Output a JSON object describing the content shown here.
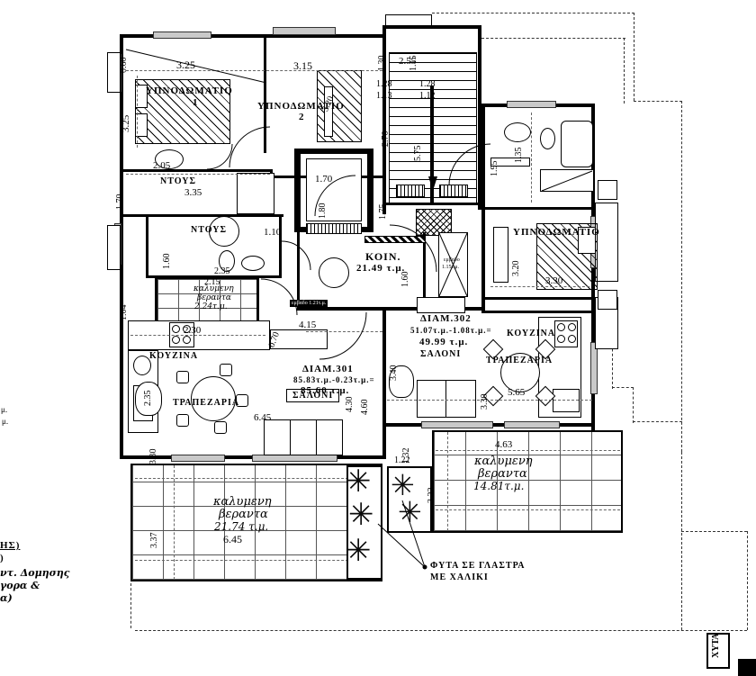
{
  "apartments": {
    "a301": {
      "name": "ΔΙΑΜ.301",
      "calc": "85.83τ.μ.-0.23τ.μ.=",
      "area": "85.60 τ.μ."
    },
    "a302": {
      "name": "ΔΙΑΜ.302",
      "calc": "51.07τ.μ.-1.08τ.μ.=",
      "area": "49.99 τ.μ."
    }
  },
  "rooms": {
    "bedroom1": "ΥΠΝΟΔΩΜΑΤΙΟ",
    "bedroom1_no": "1",
    "bedroom2": "ΥΠΝΟΔΩΜΑΤΙΟ",
    "bedroom2_no": "2",
    "bedroom3": "ΥΠΝΟΔΩΜΑΤΙΟ",
    "shower1": "ΝΤΟΥΣ",
    "shower2": "ΝΤΟΥΣ",
    "koin": "ΚΟΙΝ.",
    "koin_area": "21.49 τ.μ.",
    "kitchen_left": "ΚΟΥΖΙΝΑ",
    "kitchen_right": "ΚΟΥΖΙΝΑ",
    "dining_left": "ΤΡΑΠΕΖΑΡΙΑ",
    "dining_right": "ΤΡΑΠΕΖΑΡΙΑ",
    "salon_left": "ΣΑΛΟΝΙ",
    "salon_right": "ΣΑΛΟΝΙ"
  },
  "verandas": {
    "small": {
      "l1": "καλυμενη",
      "l2": "βεραντα",
      "l3": "2.24τ.μ."
    },
    "left": {
      "l1": "καλυμενη",
      "l2": "βεραντα",
      "l3": "21.74 τ.μ."
    },
    "right": {
      "l1": "καλυμενη",
      "l2": "βεραντα",
      "l3": "14.81τ.μ."
    }
  },
  "shafts": {
    "light_shaft_l1": "εμβαδο",
    "light_shaft_l2": "1.15τ.μ.",
    "lobby_badge": "εμβαδο 1.21τ.μ."
  },
  "dims": {
    "h060": "0.60",
    "b1_w": "3.25",
    "b1_h": "3.25",
    "b2_w": "3.15",
    "b2_bed": "3.20",
    "bath1_w": "2.05",
    "bath1_l": "3.35",
    "bath1_h": "1.70",
    "bath2_h": "1.60",
    "bath2_w": "2.35",
    "hall": "1.10",
    "ver_small_w": "2.15",
    "ver_small_h": "1.04",
    "kit_l_top": "2.30",
    "kit_l_h": "2.35",
    "din_l_h": "3.30",
    "liv_l_w": "4.15",
    "liv_l_jog": "0.70",
    "liv_l_h1": "4.30",
    "liv_l_h2": "4.60",
    "liv_l_w2": "6.45",
    "st_w": "2.55",
    "st_1": "1.30",
    "st_2": "1.15",
    "st_3": "1.28",
    "st_4": "1.28",
    "st_5": "1.13",
    "st_6": "1.12",
    "st_h1": "2.70",
    "st_h2": "5.75",
    "st_h3": "1.75",
    "lift_w": "1.70",
    "lift_h": "1.80",
    "koin_h": "1.60",
    "bathr_h": "1.95",
    "bathr_w": "1.35",
    "b3_h": "3.20",
    "b3_w": "3.30",
    "sal_r_h": "3.40",
    "kit_r_w": "5.65",
    "din_r_h": "3.30",
    "vr_jog_h": "1.32",
    "vr_jog_w": "1.22",
    "vr_h": "3.22",
    "vr_w": "4.63",
    "vl_w": "6.45",
    "vl_h": "3.37"
  },
  "annotations": {
    "plants_l1": "ΦΥΤΑ ΣΕ ΓΛΑΣΤΡΑ",
    "plants_l2": "ΜΕ ΧΑΛΙΚΙ",
    "xyta": "ΧΥΤΑ",
    "left_cut_1": "μ.",
    "left_cut_2": "μ.",
    "legend_1": "ΗΣ)",
    "legend_2": ")",
    "legend_3": "ντ. Δομησης",
    "legend_4": "γορα &",
    "legend_5": "α)"
  },
  "icons": {
    "plant": "✳"
  },
  "colors": {
    "line": "#000000",
    "tile_line": "#555555",
    "dash": "#333333",
    "window_fill": "#c9c9c9"
  }
}
